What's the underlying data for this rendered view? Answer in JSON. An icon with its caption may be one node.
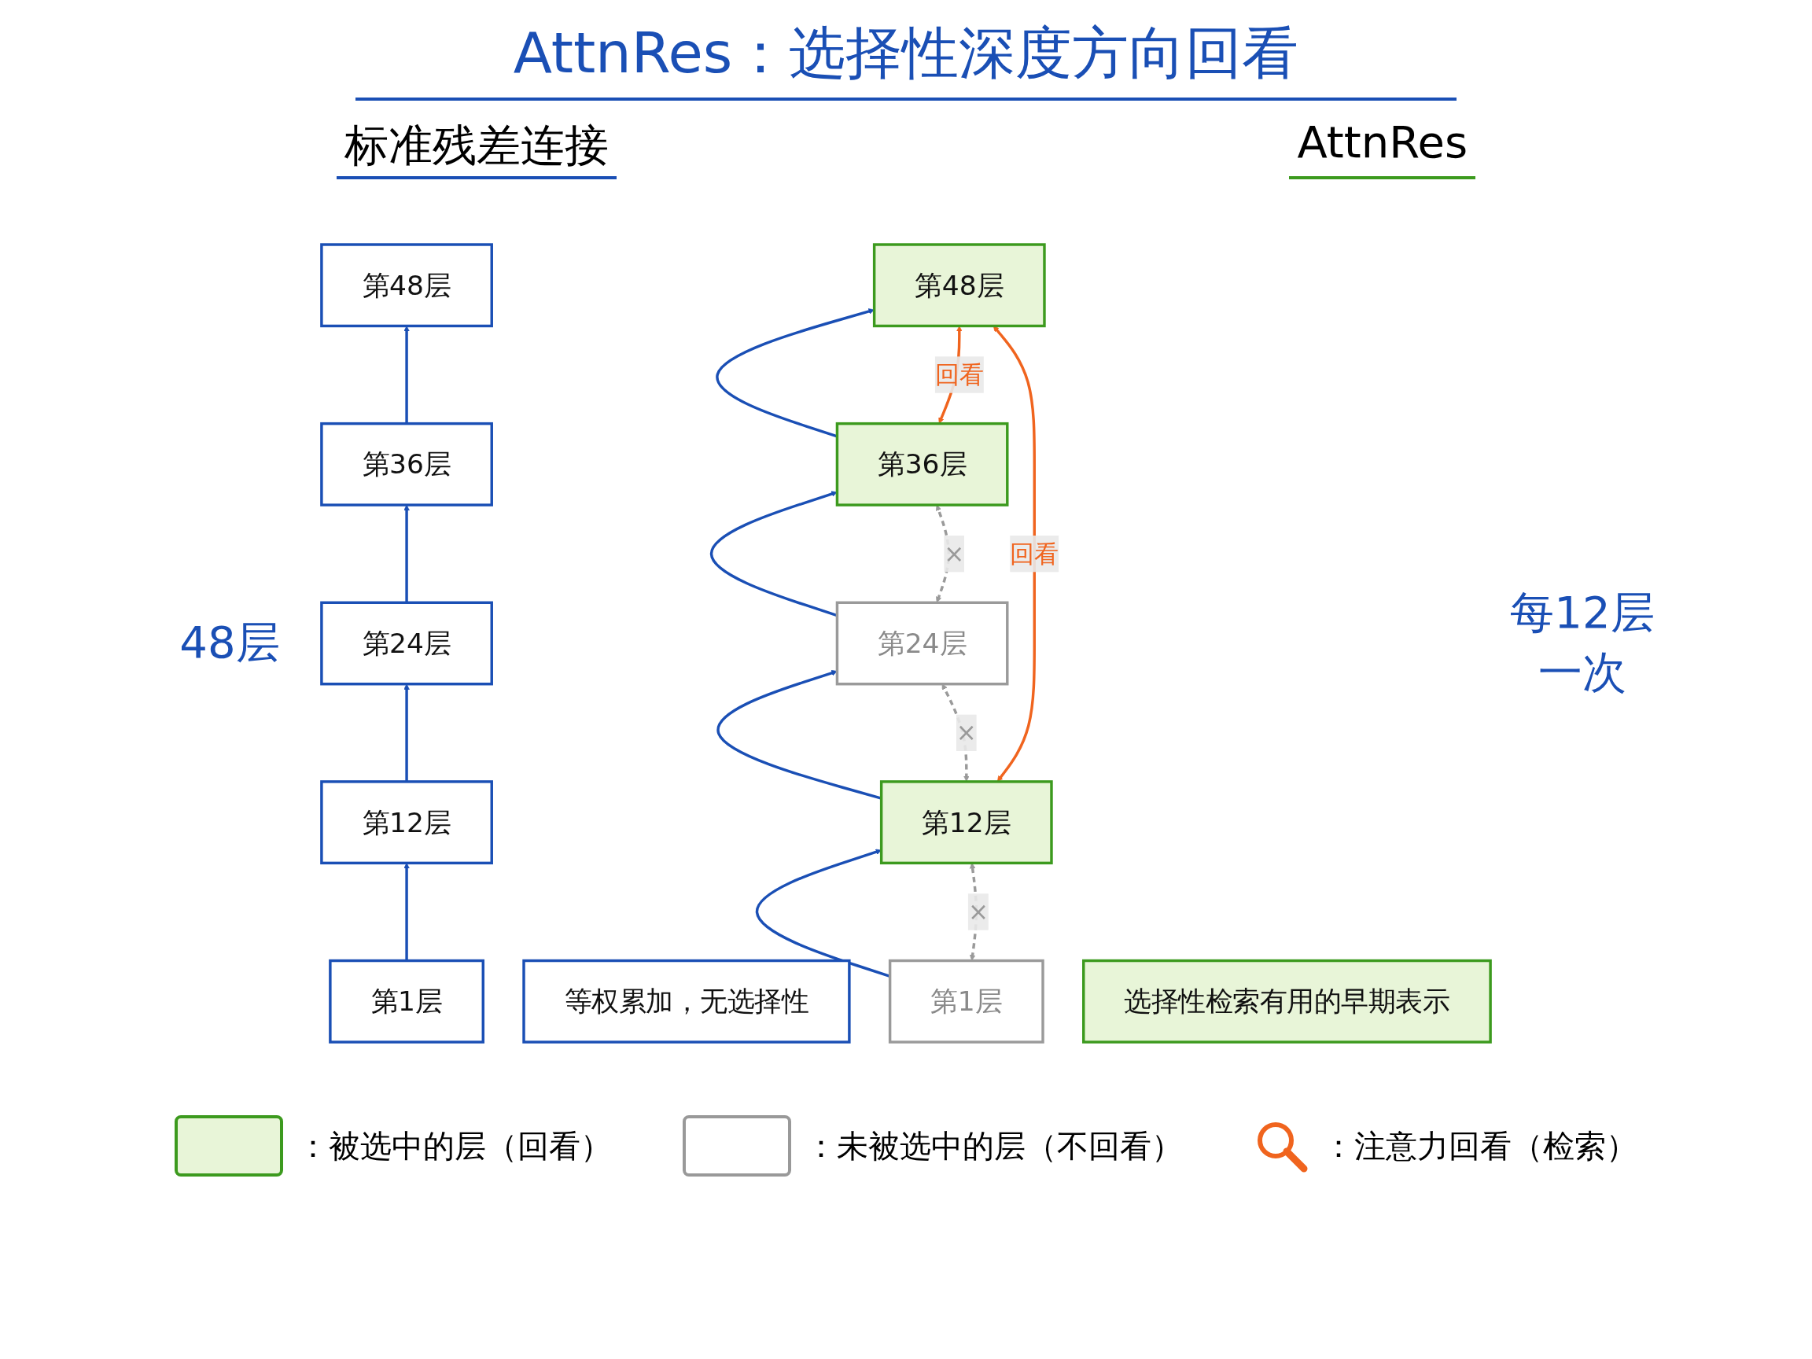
{
  "diagram": {
    "title": "AttnRes：选择性深度方向回看",
    "nodes": [
      {
        "text": [
          "第48层"
        ]
      },
      {
        "text": [
          "第36层"
        ]
      },
      {
        "text": [
          "第24层"
        ]
      },
      {
        "text": [
          "第12层"
        ]
      },
      {
        "text": [
          "第1层"
        ]
      },
      {
        "text": [
          "等权累加，无选择性"
        ]
      },
      {
        "text": [
          "第48层"
        ]
      },
      {
        "text": [
          "第36层"
        ]
      },
      {
        "text": [
          "第24层"
        ]
      },
      {
        "text": [
          "第12层"
        ]
      },
      {
        "text": [
          "第1层"
        ]
      },
      {
        "text": [
          "选择性检索有用的早期表示"
        ]
      }
    ],
    "edges": [
      {
        "from": 4,
        "to": 3,
        "arrow": "to"
      },
      {
        "from": 3,
        "to": 2,
        "arrow": "to"
      },
      {
        "from": 2,
        "to": 1,
        "arrow": "to"
      },
      {
        "from": 1,
        "to": 0,
        "arrow": "to"
      },
      {
        "from": 10,
        "to": 9,
        "arrow": "to"
      },
      {
        "from": 9,
        "to": 8,
        "arrow": "to"
      },
      {
        "from": 8,
        "to": 7,
        "arrow": "to"
      },
      {
        "from": 7,
        "to": 6,
        "arrow": "to"
      },
      {
        "from": 7,
        "to": 8,
        "arrow": "both",
        "label": "×",
        "style": "dashed",
        "color": "#9a9a9a"
      },
      {
        "from": 8,
        "to": 9,
        "arrow": "both",
        "label": "×",
        "style": "dashed",
        "color": "#9a9a9a"
      },
      {
        "from": 9,
        "to": 10,
        "arrow": "both",
        "label": "×",
        "style": "dashed",
        "color": "#9a9a9a"
      },
      {
        "from": 6,
        "to": 7,
        "arrow": "both",
        "label": "回看",
        "color": "#f0641e"
      },
      {
        "from": 6,
        "to": 9,
        "arrow": "both",
        "label": "回看",
        "color": "#f0641e"
      }
    ],
    "labels": [
      "标准残差连接",
      "AttnRes",
      "48层",
      "每12层一次"
    ],
    "legend": [
      {
        "text": "：被选中的层（回看）",
        "color": "#e8f5d8"
      },
      {
        "text": "：未被选中的层（不回看）",
        "color": "#ffffff"
      },
      {
        "text": "：注意力回看（检索）"
      }
    ]
  }
}
